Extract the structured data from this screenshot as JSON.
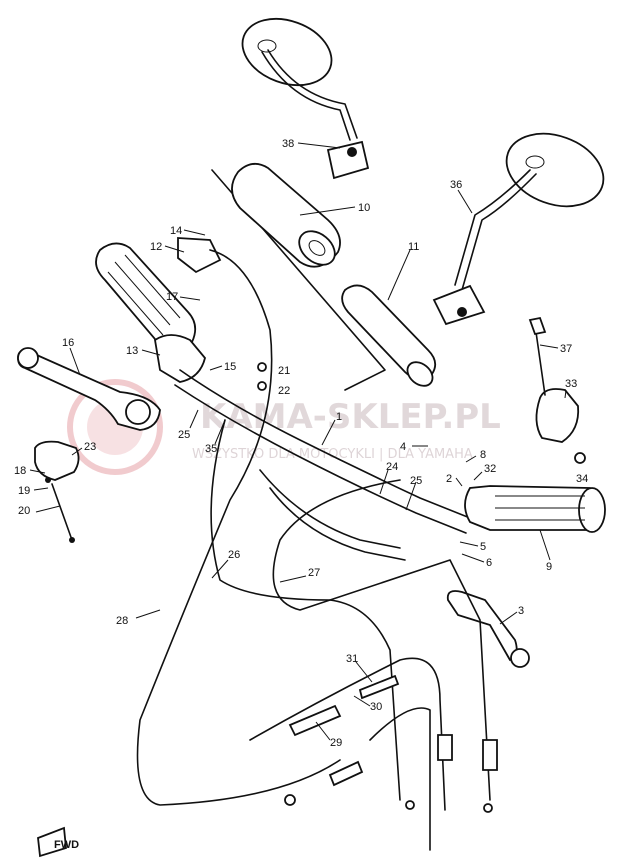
{
  "watermark": {
    "brand": "KAMA-SKLEP.PL",
    "tagline": "WSZYSTKO DLA MOTOCYKLI | DLA YAMAHA",
    "color": "#e8a9ae"
  },
  "fwd_label": "FWD",
  "callouts": [
    {
      "id": "38",
      "text": "38"
    },
    {
      "id": "10",
      "text": "10"
    },
    {
      "id": "36",
      "text": "36"
    },
    {
      "id": "11",
      "text": "11"
    },
    {
      "id": "14",
      "text": "14"
    },
    {
      "id": "12",
      "text": "12"
    },
    {
      "id": "17",
      "text": "17"
    },
    {
      "id": "16",
      "text": "16"
    },
    {
      "id": "13",
      "text": "13"
    },
    {
      "id": "15",
      "text": "15"
    },
    {
      "id": "21",
      "text": "21"
    },
    {
      "id": "22",
      "text": "22"
    },
    {
      "id": "37",
      "text": "37"
    },
    {
      "id": "33",
      "text": "33"
    },
    {
      "id": "25a",
      "text": "25"
    },
    {
      "id": "35",
      "text": "35"
    },
    {
      "id": "1",
      "text": "1"
    },
    {
      "id": "4",
      "text": "4"
    },
    {
      "id": "8",
      "text": "8"
    },
    {
      "id": "2",
      "text": "2"
    },
    {
      "id": "32",
      "text": "32"
    },
    {
      "id": "34",
      "text": "34"
    },
    {
      "id": "23",
      "text": "23"
    },
    {
      "id": "18",
      "text": "18"
    },
    {
      "id": "19",
      "text": "19"
    },
    {
      "id": "20",
      "text": "20"
    },
    {
      "id": "24",
      "text": "24"
    },
    {
      "id": "25b",
      "text": "25"
    },
    {
      "id": "9",
      "text": "9"
    },
    {
      "id": "5",
      "text": "5"
    },
    {
      "id": "6",
      "text": "6"
    },
    {
      "id": "26",
      "text": "26"
    },
    {
      "id": "27",
      "text": "27"
    },
    {
      "id": "28",
      "text": "28"
    },
    {
      "id": "3",
      "text": "3"
    },
    {
      "id": "31",
      "text": "31"
    },
    {
      "id": "30",
      "text": "30"
    },
    {
      "id": "29",
      "text": "29"
    }
  ]
}
